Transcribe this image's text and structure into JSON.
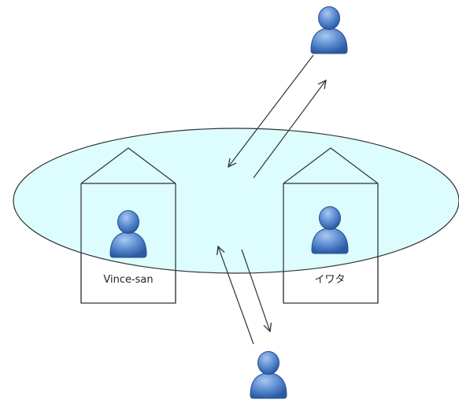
{
  "colors": {
    "ellipse_fill": "#d6fbfd",
    "stroke": "#333333",
    "person_dark": "#2e5fa8",
    "person_light": "#8fb6ea"
  },
  "houses": [
    {
      "label": "Vince-san",
      "icon": "person-icon"
    },
    {
      "label": "イワタ",
      "icon": "person-icon"
    }
  ],
  "visitors": [
    {
      "icon": "person-icon",
      "position": "top"
    },
    {
      "icon": "person-icon",
      "position": "bottom"
    }
  ]
}
